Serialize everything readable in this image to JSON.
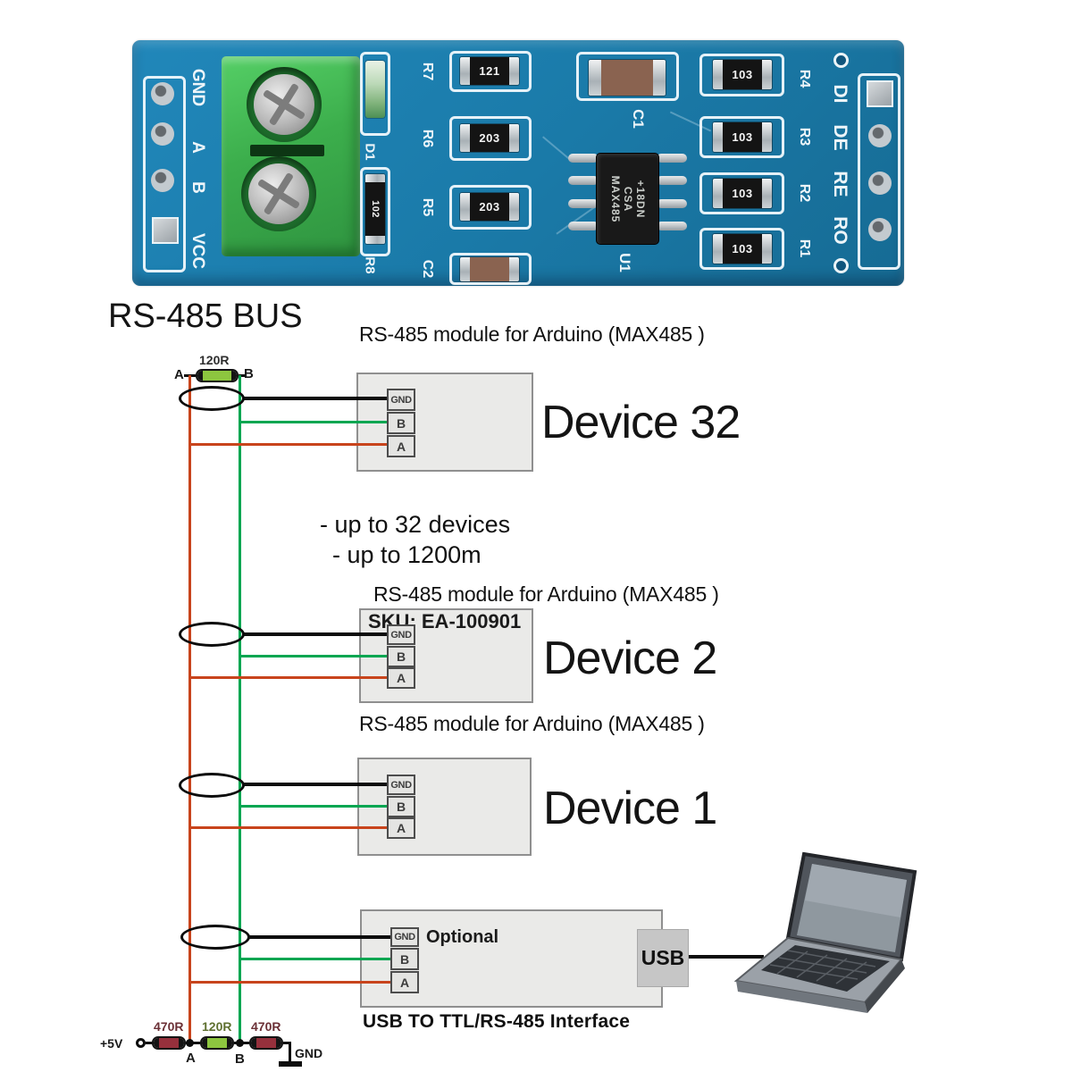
{
  "title": "RS-485 BUS",
  "pcb": {
    "left_pins": [
      "GND",
      "A",
      "B",
      "VCC"
    ],
    "right_pins": [
      "DI",
      "DE",
      "RE",
      "RO"
    ],
    "d1_ref": "D1",
    "r8_ref": "R8",
    "r8_value": "102",
    "mid_refs": [
      "R7",
      "R6",
      "R5",
      "C2"
    ],
    "mid_values": [
      "121",
      "203",
      "203"
    ],
    "c1_ref": "C1",
    "u1_ref": "U1",
    "chip_lines": [
      "MAX485",
      "CSA",
      "+18DN"
    ],
    "right_refs": [
      "R4",
      "R3",
      "R2",
      "R1"
    ],
    "right_value": "103"
  },
  "labels": {
    "module": "RS-485 module for Arduino (MAX485 )",
    "note1": "- up to 32 devices",
    "note2": "- up to 1200m",
    "sku": "SKU: EA-100901",
    "optional": "Optional",
    "usb": "USB",
    "usb_caption": "USB TO TTL/RS-485 Interface"
  },
  "devices": [
    {
      "name": "Device 32"
    },
    {
      "name": "Device 2"
    },
    {
      "name": "Device 1"
    }
  ],
  "pins": [
    "GND",
    "B",
    "A"
  ],
  "termination_top": {
    "value": "120R",
    "a": "A",
    "b": "B"
  },
  "bias": {
    "supply": "+5V",
    "r470_left": "470R",
    "r120": "120R",
    "r470_right": "470R",
    "a": "A",
    "b": "B",
    "gnd": "GND"
  },
  "colors": {
    "wire_a": "#c8441c",
    "wire_b": "#00a651",
    "wire_gnd": "#0d0d0d",
    "r120_fill": "#8dc63f",
    "r470_fill": "#96303c",
    "pcb_blue": "#1b7cab",
    "terminal_green": "#3cae4c"
  }
}
